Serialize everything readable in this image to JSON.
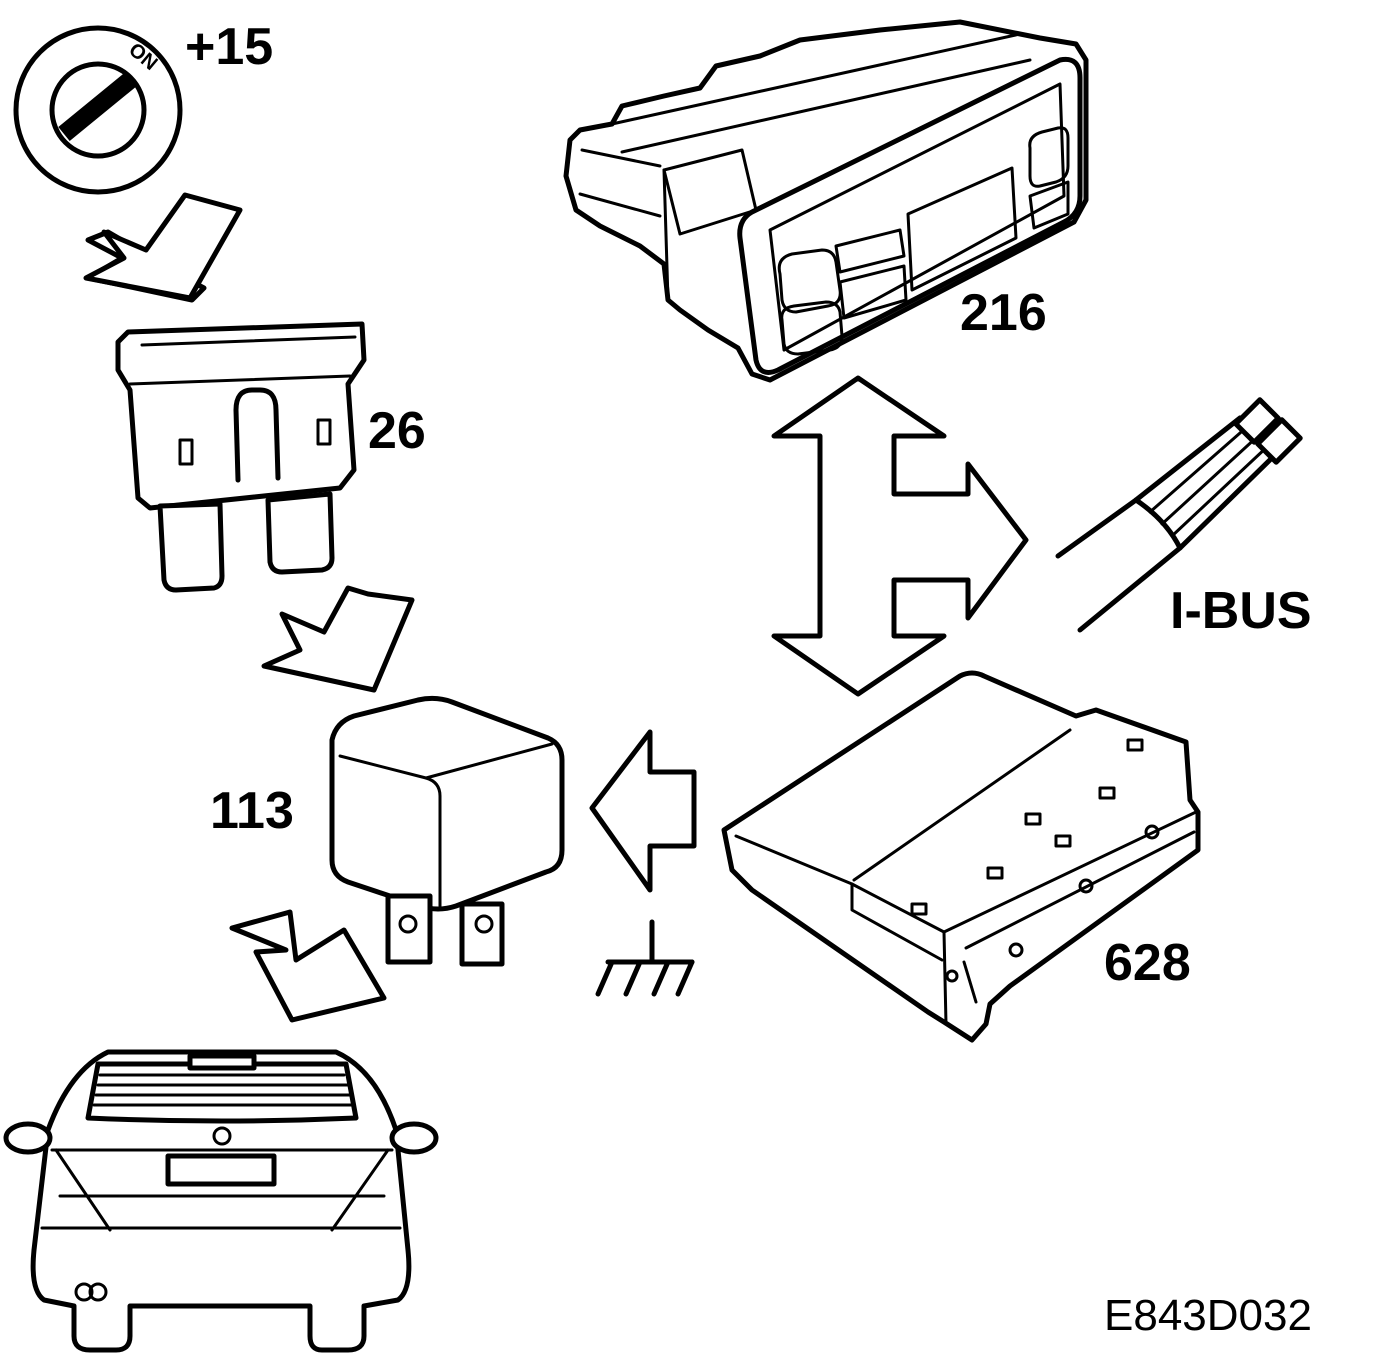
{
  "labels": {
    "ignition": "+15",
    "ignition_switch_text": "ON",
    "fuse": "26",
    "relay": "113",
    "display_unit": "216",
    "control_module": "628",
    "bus": "I-BUS",
    "figure_ref": "E843D032"
  },
  "icons": {
    "ignition": "ignition-switch-icon",
    "fuse": "blade-fuse-icon",
    "relay": "relay-icon",
    "ground": "ground-symbol-icon",
    "bus": "bus-cable-icon",
    "car": "car-rear-view-icon"
  },
  "colors": {
    "line": "#000000",
    "background": "#ffffff"
  }
}
